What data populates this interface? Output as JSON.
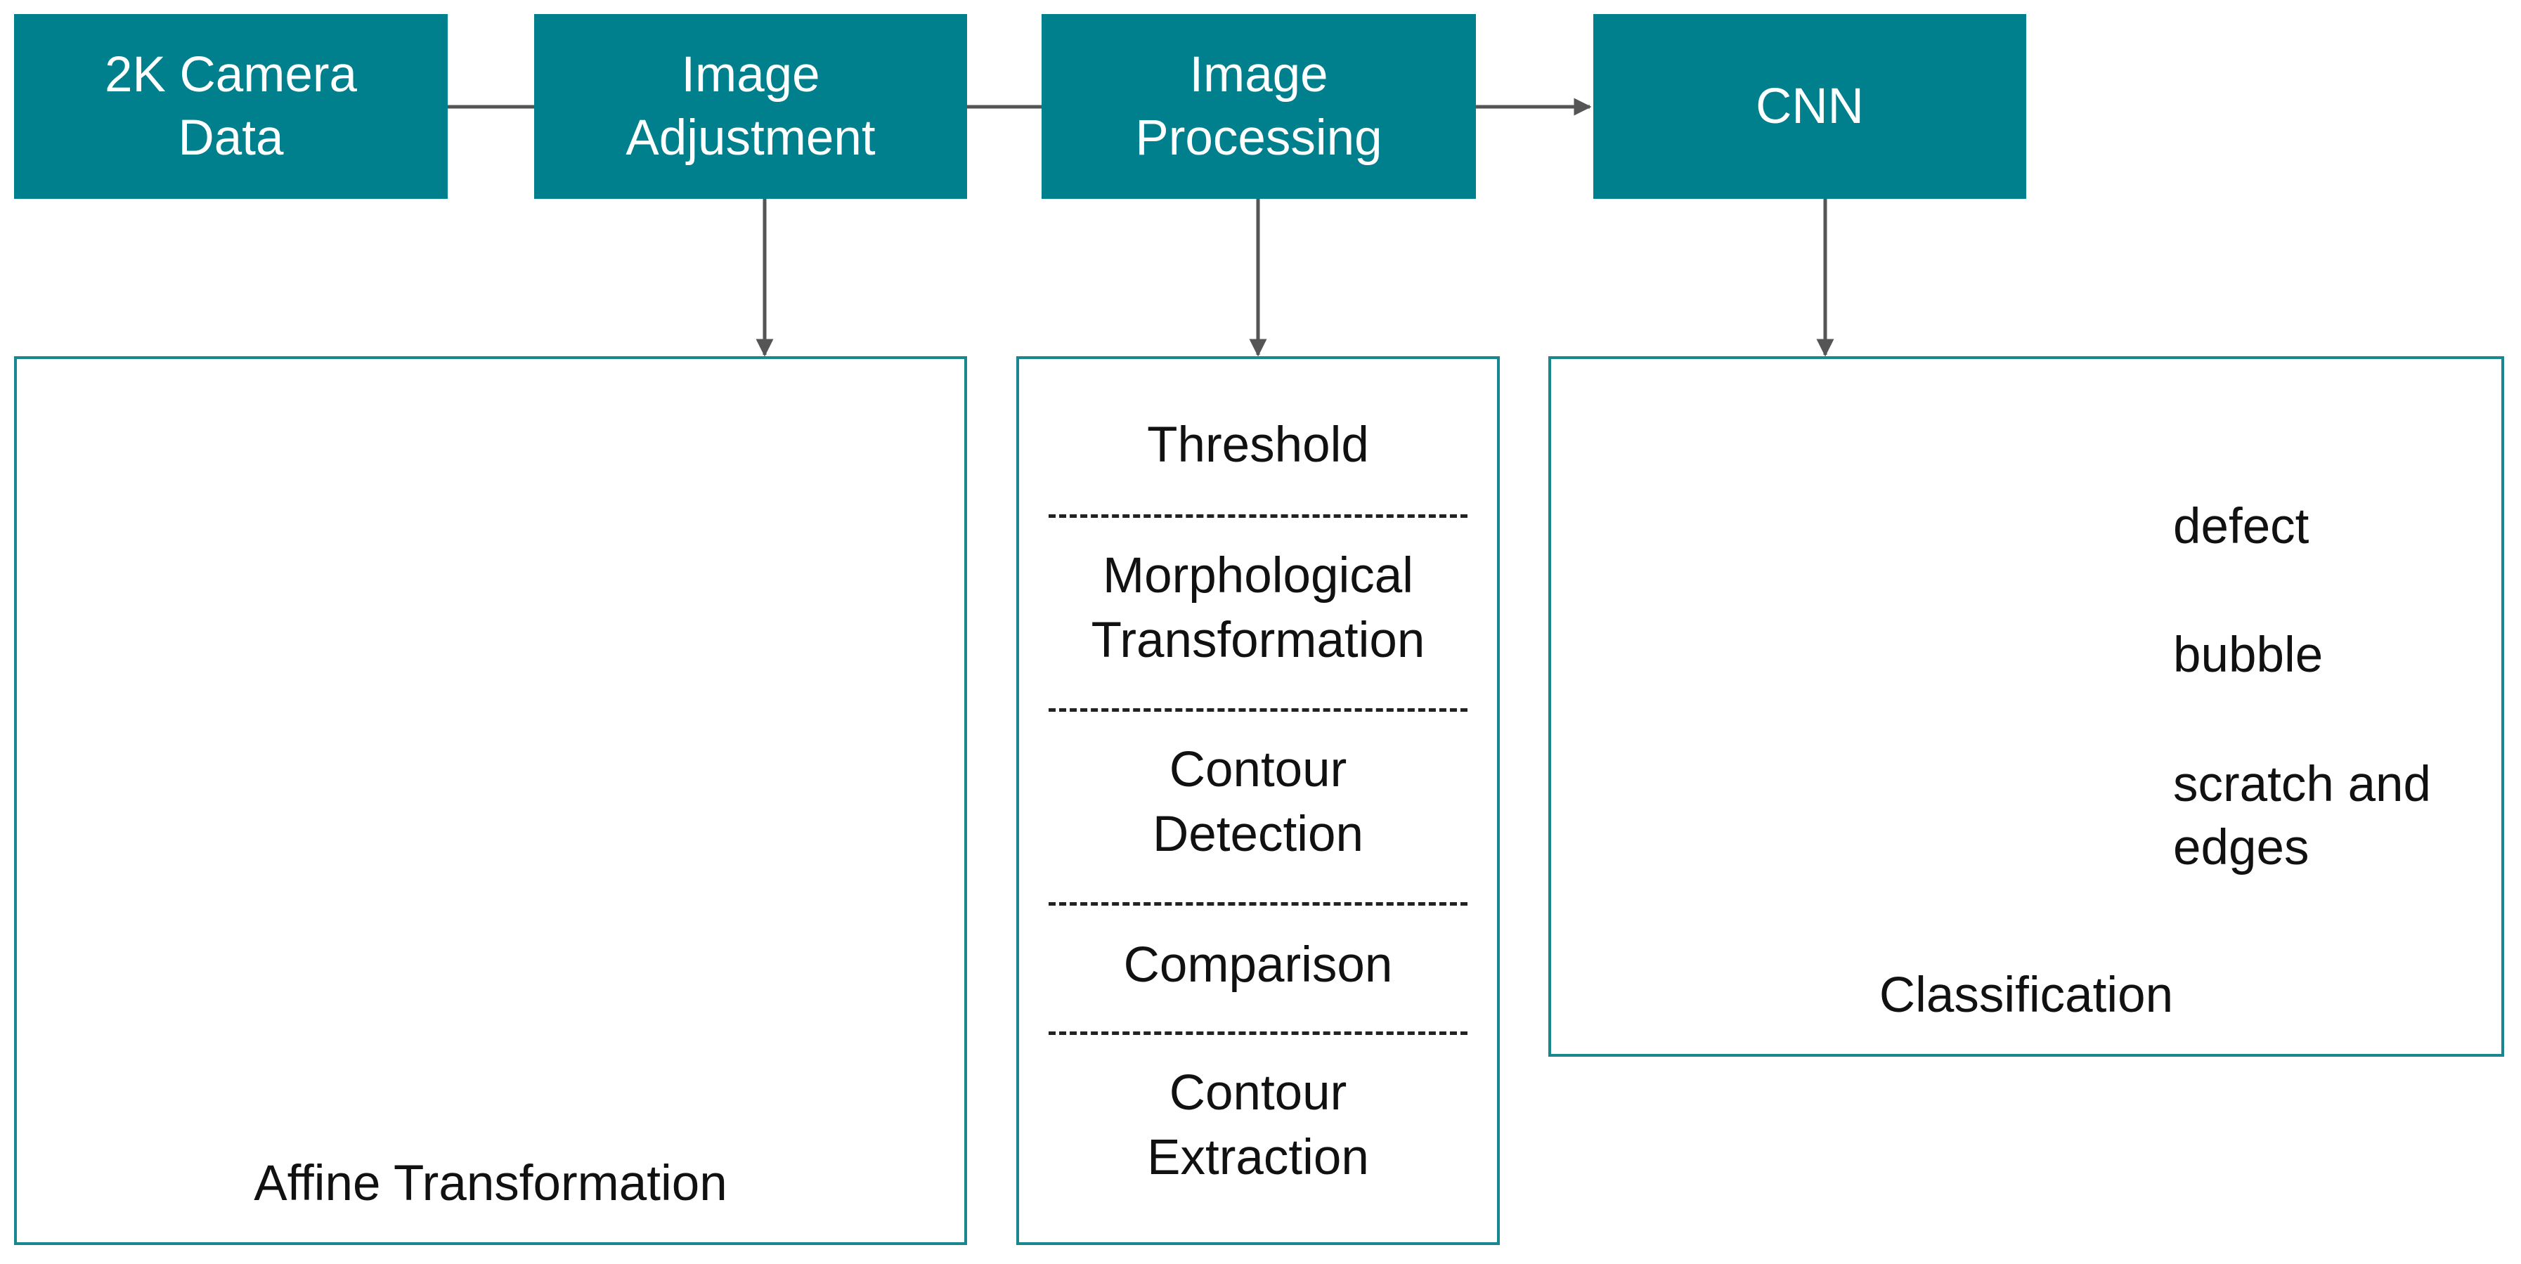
{
  "header_boxes": [
    {
      "key": "camera",
      "lines": [
        "2K Camera",
        "Data"
      ]
    },
    {
      "key": "adjust",
      "lines": [
        "Image",
        "Adjustment"
      ]
    },
    {
      "key": "process",
      "lines": [
        "Image",
        "Processing"
      ]
    },
    {
      "key": "cnn",
      "lines": [
        "CNN"
      ]
    }
  ],
  "adjustment_panel": {
    "caption": "Affine Transformation"
  },
  "processing_panel": {
    "steps": [
      {
        "lines": [
          "Threshold"
        ]
      },
      {
        "lines": [
          "Morphological",
          "Transformation"
        ]
      },
      {
        "lines": [
          "Contour",
          "Detection"
        ]
      },
      {
        "lines": [
          "Comparison"
        ]
      },
      {
        "lines": [
          "Contour",
          "Extraction"
        ]
      }
    ]
  },
  "classification_panel": {
    "caption": "Classification",
    "classes": [
      {
        "lines": [
          "defect"
        ]
      },
      {
        "lines": [
          "bubble"
        ]
      },
      {
        "lines": [
          "scratch and",
          "edges"
        ]
      }
    ]
  },
  "colors": {
    "header_fill": "#007f8c",
    "panel_border": "#1a8790",
    "arrow": "#555555"
  },
  "icons": [
    "wafer-image",
    "defect-patch",
    "bubble-patch",
    "scratch-patch"
  ]
}
